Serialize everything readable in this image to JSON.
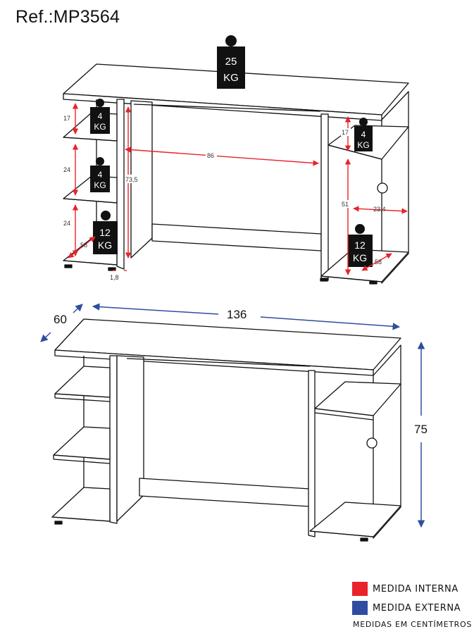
{
  "ref_label": "Ref.:MP3564",
  "weights": {
    "top": {
      "value": "25",
      "unit": "KG"
    },
    "left_shelf_1": {
      "value": "4",
      "unit": "KG"
    },
    "left_shelf_2": {
      "value": "4",
      "unit": "KG"
    },
    "left_bottom": {
      "value": "12",
      "unit": "KG"
    },
    "right_shelf": {
      "value": "4",
      "unit": "KG"
    },
    "right_bottom": {
      "value": "12",
      "unit": "KG"
    }
  },
  "internal_dimensions": {
    "left_gap_1": "17",
    "left_gap_2": "24",
    "left_gap_3": "24",
    "left_depth": "58",
    "panel_thickness": "1,8",
    "inner_height": "73,5",
    "inner_width": "86",
    "right_gap_top": "17",
    "right_gap_bottom": "51",
    "right_niche_width": "23,4",
    "right_depth": "58"
  },
  "external_dimensions": {
    "width": "136",
    "depth": "60",
    "height": "75"
  },
  "legend": {
    "internal": {
      "label": "MEDIDA INTERNA",
      "color": "#e8232a"
    },
    "external": {
      "label": "MEDIDA EXTERNA",
      "color": "#2e4da0"
    },
    "note": "MEDIDAS EM CENTÍMETROS"
  }
}
